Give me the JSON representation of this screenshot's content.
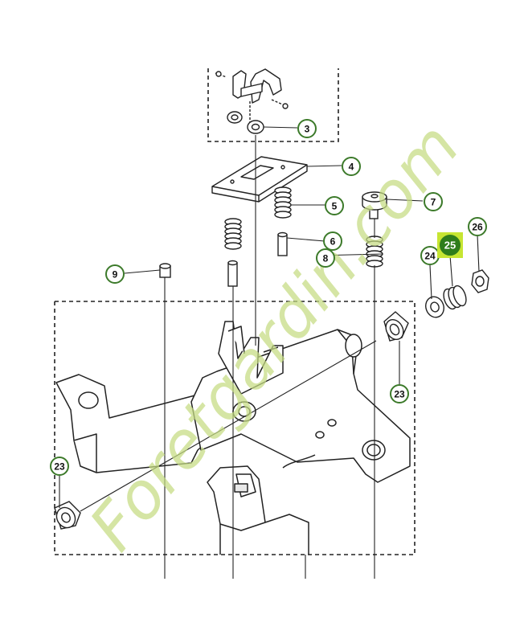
{
  "watermark": "Foretgardin.com",
  "colors": {
    "line": "#222222",
    "callout_border": "#3c7a2a",
    "callout_active_fill": "#2e7d1b",
    "highlight_square": "#c6e532",
    "watermark": "#c5dc82"
  },
  "callouts": [
    {
      "id": "c3",
      "label": "3"
    },
    {
      "id": "c4",
      "label": "4"
    },
    {
      "id": "c5",
      "label": "5"
    },
    {
      "id": "c6",
      "label": "6"
    },
    {
      "id": "c7",
      "label": "7"
    },
    {
      "id": "c8",
      "label": "8"
    },
    {
      "id": "c9",
      "label": "9"
    },
    {
      "id": "c23a",
      "label": "23"
    },
    {
      "id": "c23b",
      "label": "23"
    },
    {
      "id": "c24",
      "label": "24"
    },
    {
      "id": "c25",
      "label": "25",
      "highlighted": true
    },
    {
      "id": "c26",
      "label": "26"
    }
  ]
}
